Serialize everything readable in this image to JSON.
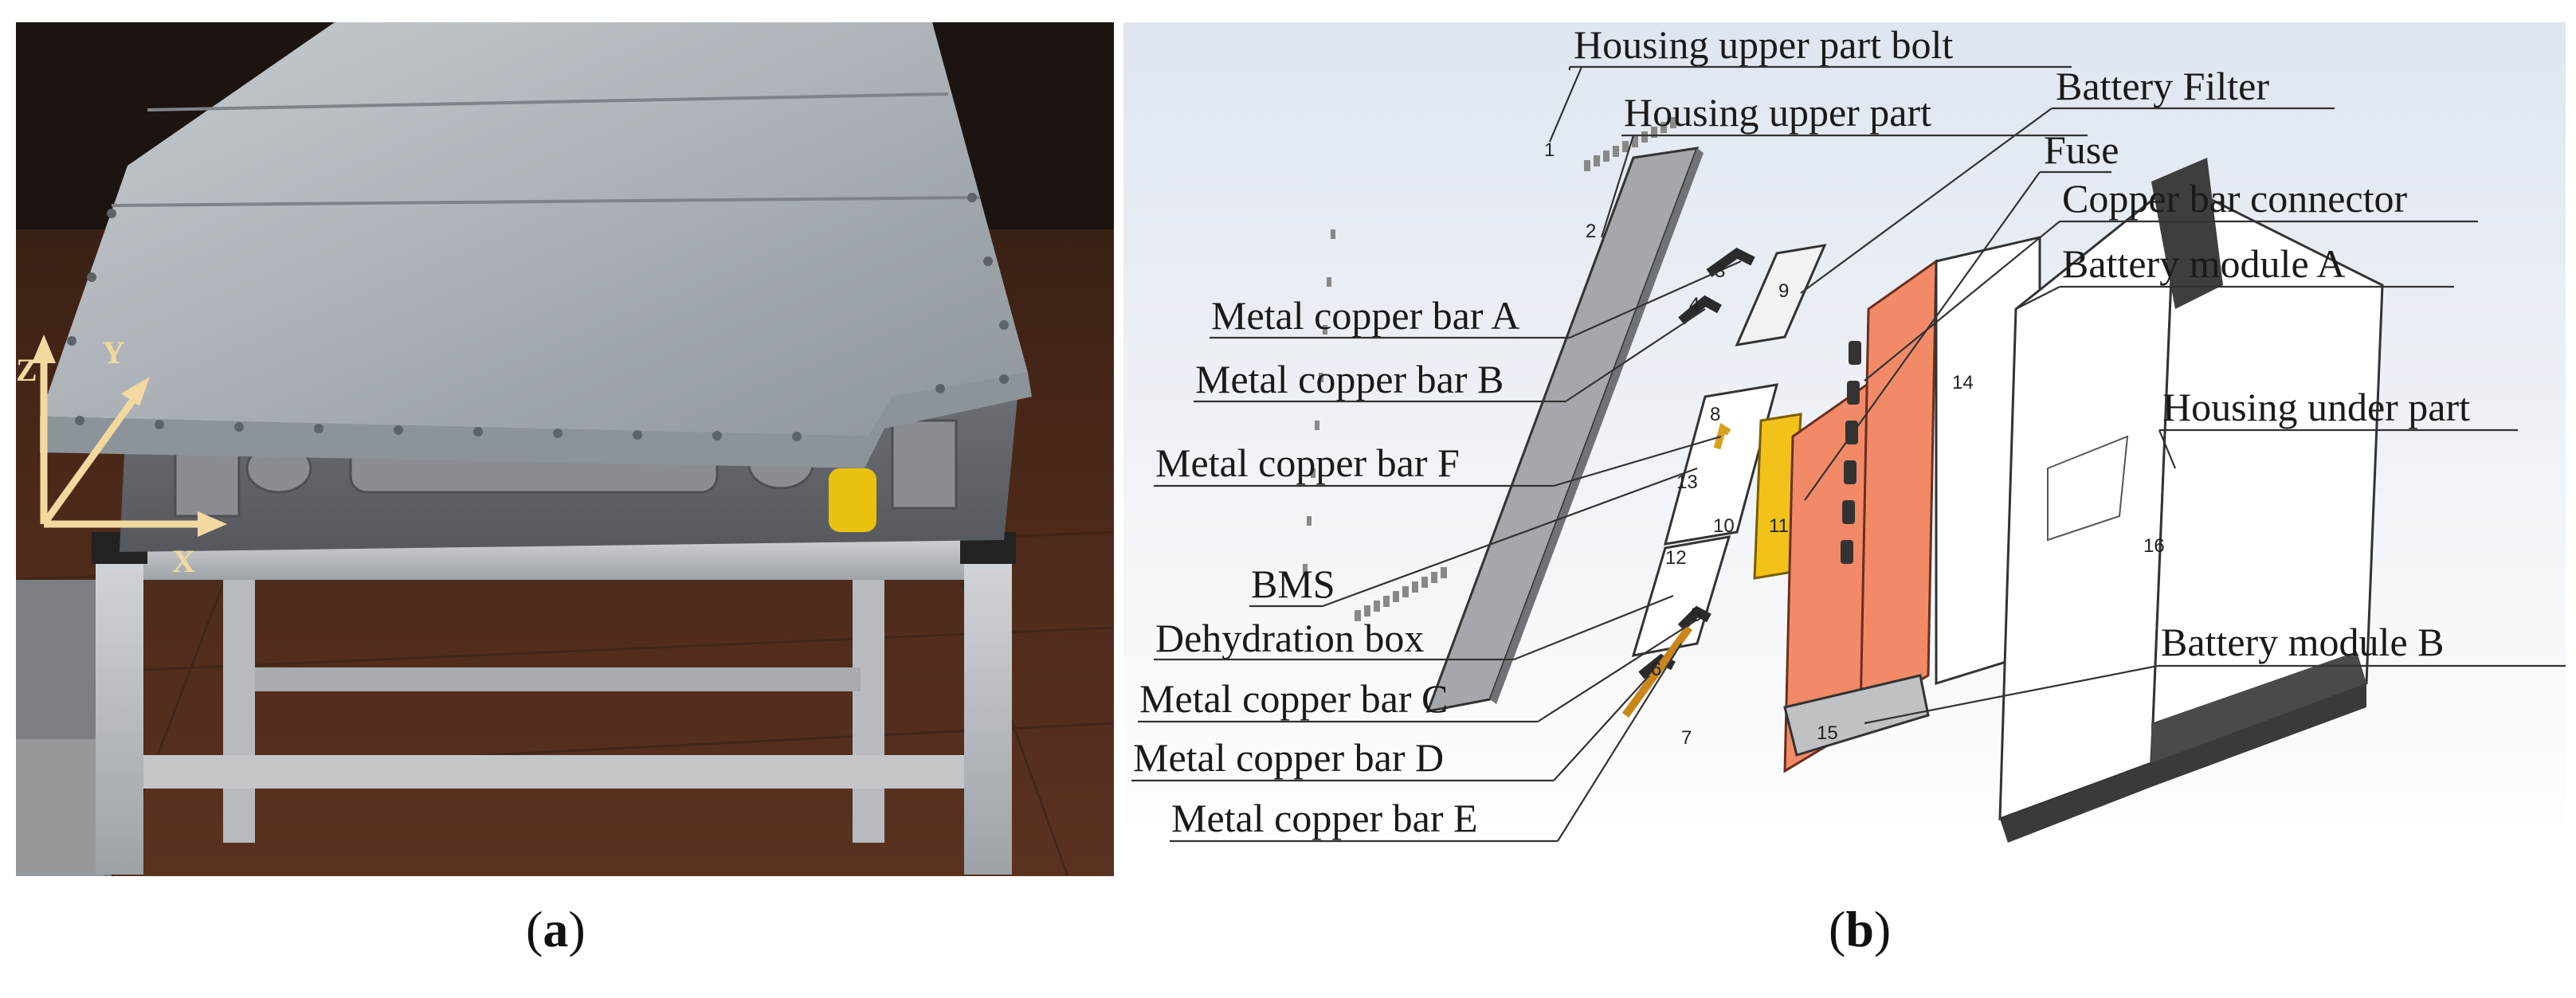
{
  "panel_a": {
    "caption_letter": "a",
    "axes": {
      "x": "X",
      "y": "Y",
      "z": "Z"
    }
  },
  "panel_b": {
    "caption_letter": "b",
    "labels": {
      "housing_upper_part_bolt": "Housing upper part bolt",
      "housing_upper_part": "Housing upper part",
      "battery_filter": "Battery Filter",
      "fuse": "Fuse",
      "copper_bar_connector": "Copper bar connector",
      "battery_module_a": "Battery module A",
      "housing_under_part": "Housing under part",
      "metal_copper_bar_a": "Metal copper bar A",
      "metal_copper_bar_b": "Metal copper bar B",
      "metal_copper_bar_f": "Metal copper bar F",
      "bms": "BMS",
      "dehydration_box": "Dehydration box",
      "metal_copper_bar_c": "Metal copper bar C",
      "metal_copper_bar_d": "Metal copper bar D",
      "metal_copper_bar_e": "Metal copper bar E",
      "battery_module_b": "Battery module B"
    },
    "part_numbers": [
      "1",
      "2",
      "3",
      "4",
      "5",
      "6",
      "7",
      "8",
      "9",
      "10",
      "11",
      "12",
      "13",
      "14",
      "15",
      "16"
    ]
  }
}
